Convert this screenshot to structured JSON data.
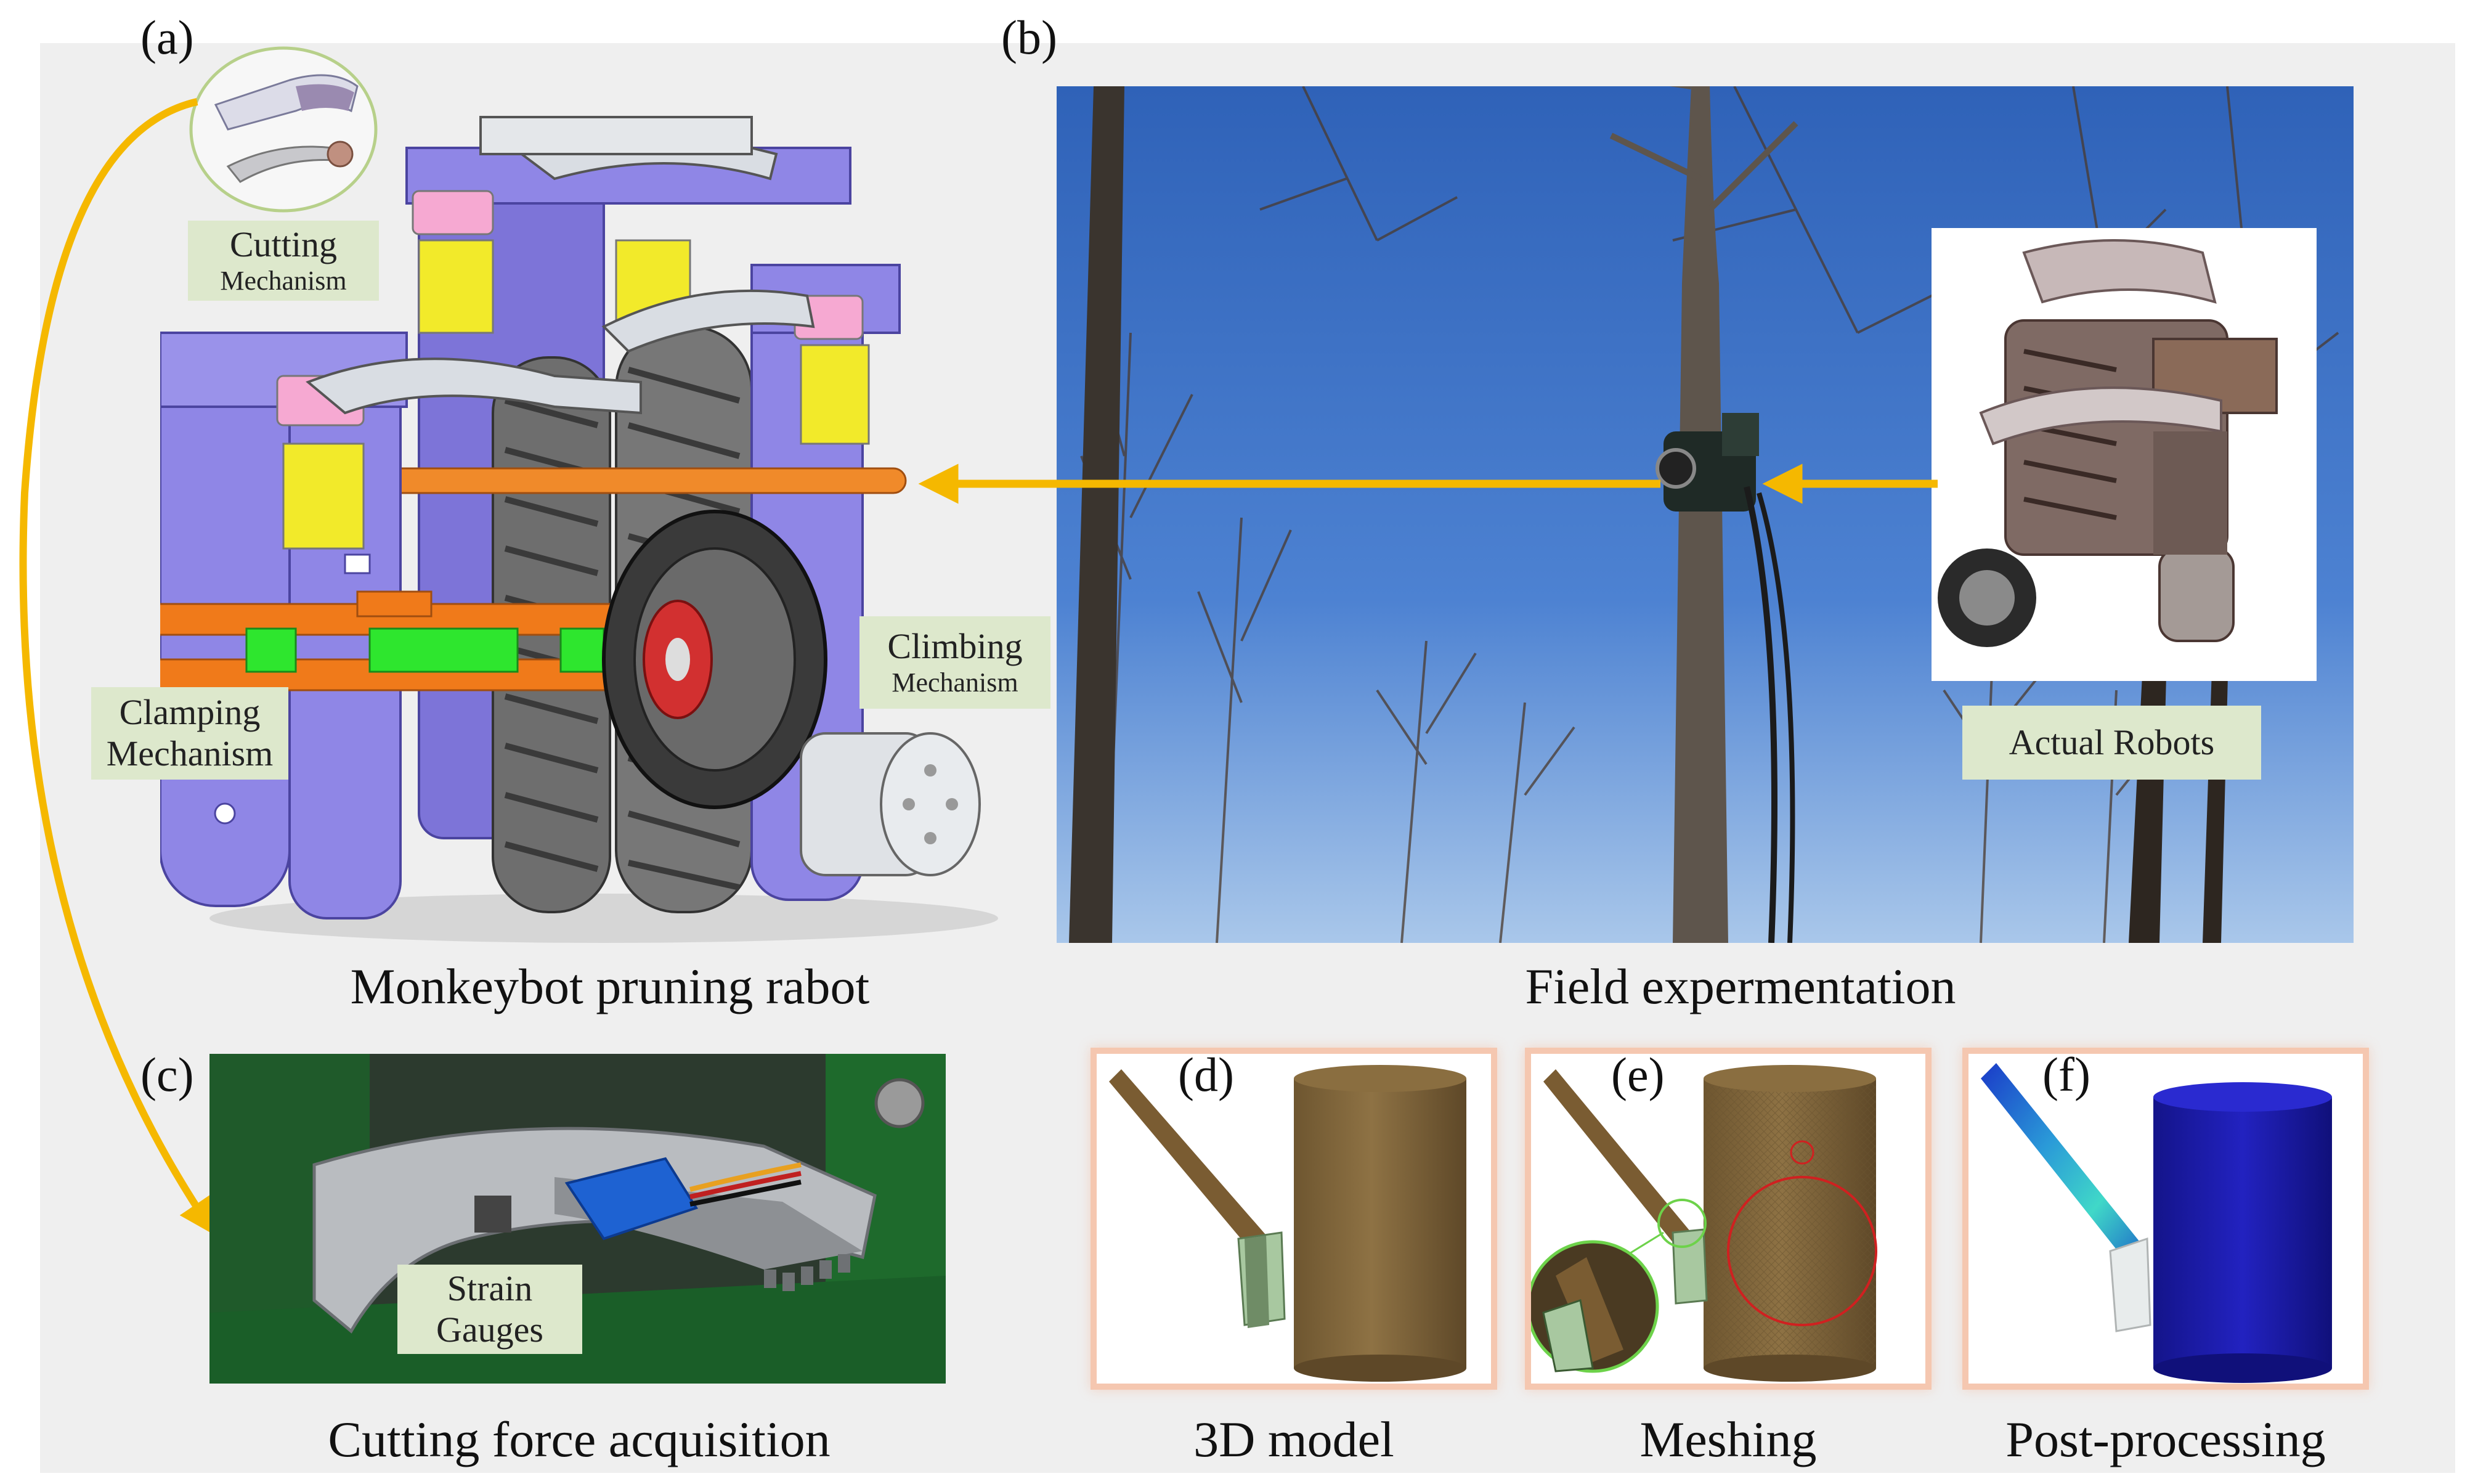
{
  "panels": {
    "a": {
      "label": "(a)",
      "caption": "Monkeybot pruning rabot"
    },
    "b": {
      "label": "(b)",
      "caption": "Field expermentation"
    },
    "c": {
      "label": "(c)",
      "caption": "Cutting force acquisition"
    },
    "d": {
      "label": "(d)",
      "caption": "3D model"
    },
    "e": {
      "label": "(e)",
      "caption": "Meshing"
    },
    "f": {
      "label": "(f)",
      "caption": "Post-processing"
    }
  },
  "annotations": {
    "cutting": {
      "line1": "Cutting",
      "line2": "Mechanism"
    },
    "climbing": {
      "line1": "Climbing",
      "line2": "Mechanism"
    },
    "clamping": {
      "line1": "Clamping",
      "line2": "Mechanism"
    },
    "actual_robots": "Actual Robots",
    "strain": {
      "line1": "Strain",
      "line2": "Gauges"
    }
  },
  "colors": {
    "arrow": "#f5b800",
    "robot_frame": "#8f86e6",
    "clamp": "#f07a1a",
    "green_part": "#2ee62e",
    "motor": "#f2ea2a",
    "sky": "#3f73c8",
    "tag_bg": "#dde8cc",
    "sim_border": "#f5c7b0",
    "trunk": "#7c6138",
    "post_blue": "#1c1ca8"
  }
}
